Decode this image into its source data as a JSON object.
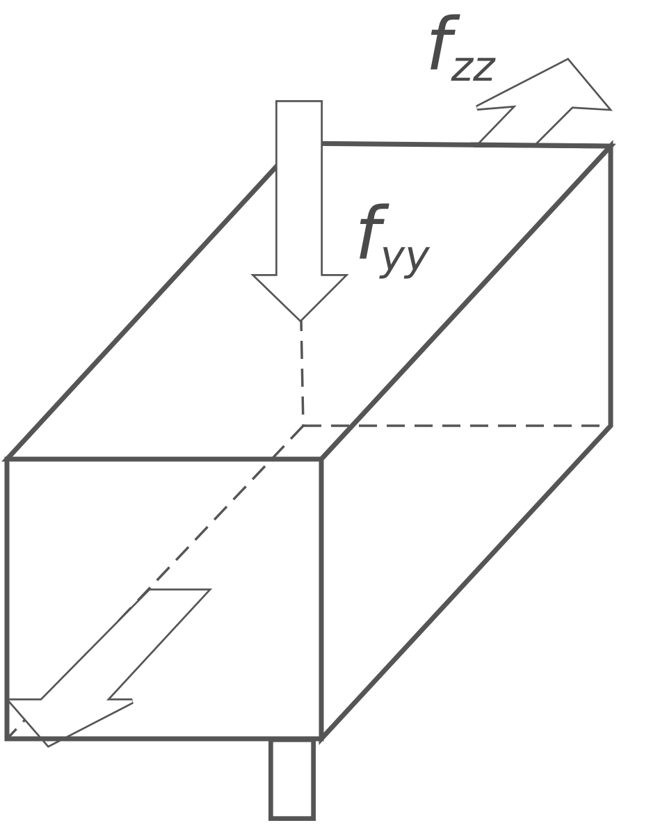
{
  "labels": {
    "fzz_symbol": "f",
    "fzz_subscript": "zz",
    "fyy_symbol": "f",
    "fyy_subscript": "yy"
  },
  "colors": {
    "line": "#555555",
    "text": "#4a4a4a",
    "background": "#ffffff"
  }
}
